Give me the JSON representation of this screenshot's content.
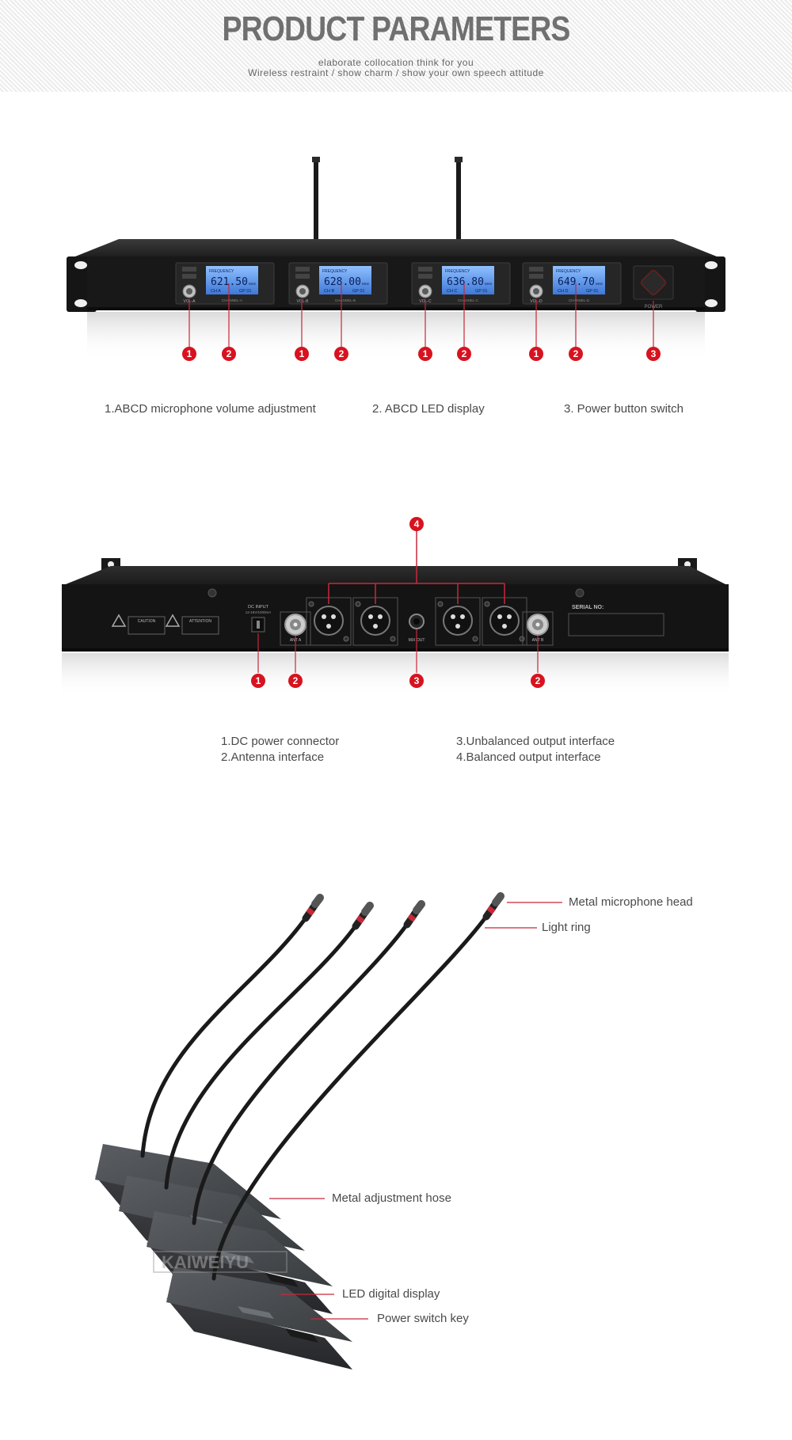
{
  "header": {
    "title": "PRODUCT PARAMETERS",
    "subtitle_line1": "elaborate collocation think for you",
    "subtitle_line2": "Wireless restraint / show charm / show your own speech attitude"
  },
  "front_panel": {
    "channels": [
      {
        "frequency_label": "FREQUENCY",
        "frequency": "621.50",
        "unit": "MHz",
        "channel": "CH A",
        "group": "GP 01",
        "knob_label": "VOL-A",
        "channel_label": "CHANNEL-A"
      },
      {
        "frequency_label": "FREQUENCY",
        "frequency": "628.00",
        "unit": "MHz",
        "channel": "CH B",
        "group": "GP 01",
        "knob_label": "VOL-B",
        "channel_label": "CHANNEL-B"
      },
      {
        "frequency_label": "FREQUENCY",
        "frequency": "636.80",
        "unit": "MHz",
        "channel": "CH C",
        "group": "GP 01",
        "knob_label": "VOL-C",
        "channel_label": "CHANNEL-C"
      },
      {
        "frequency_label": "FREQUENCY",
        "frequency": "649.70",
        "unit": "MHz",
        "channel": "CH D",
        "group": "GP 01",
        "knob_label": "VOL-D",
        "channel_label": "CHANNEL-D"
      }
    ],
    "power_label": "POWER",
    "badges": [
      "1",
      "2",
      "1",
      "2",
      "1",
      "2",
      "1",
      "2",
      "3"
    ],
    "captions": [
      "1.ABCD microphone volume adjustment",
      "2. ABCD LED display",
      "3. Power button switch"
    ]
  },
  "rear_panel": {
    "caution_label": "CAUTION",
    "attention_label": "ATTENTION",
    "dc_input_label": "DC INPUT",
    "dc_input_spec": "12-18V/1000mA",
    "antenna_a_label": "ANT A",
    "antenna_b_label": "ANT B",
    "mix_out_label": "MIX OUT",
    "serial_label": "SERIAL NO:",
    "badges": [
      "4",
      "1",
      "2",
      "3",
      "2"
    ],
    "captions_left": [
      "1.DC power connector",
      "2.Antenna interface"
    ],
    "captions_right": [
      "3.Unbalanced output interface",
      "4.Balanced output interface"
    ]
  },
  "microphones": {
    "brand_watermark": "KAIWEIYU",
    "callouts": {
      "head": "Metal microphone head",
      "ring": "Light ring",
      "hose": "Metal adjustment hose",
      "display": "LED digital display",
      "power": "Power switch key"
    }
  },
  "colors": {
    "badge_red": "#d8121f",
    "callout_line": "#c8283a",
    "lcd_blue": "#4d8de8",
    "device_black": "#1b1b1b"
  }
}
